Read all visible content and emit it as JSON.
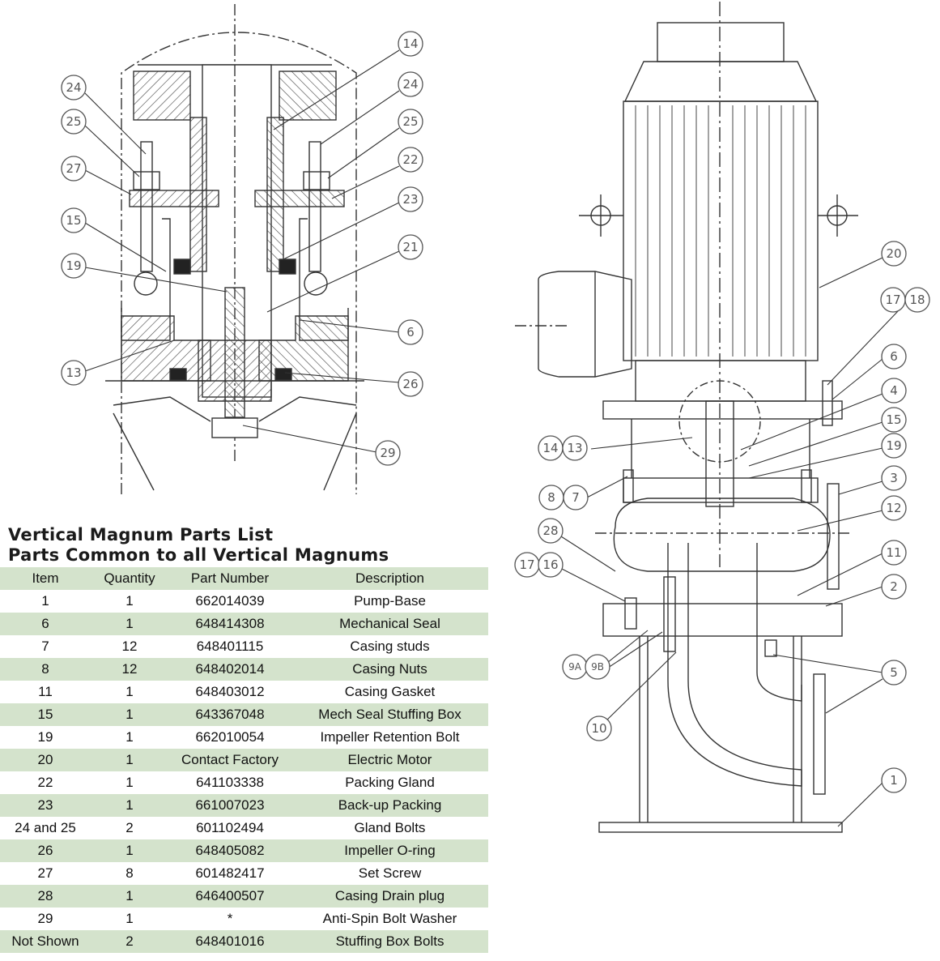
{
  "title": "Vertical Magnum Parts List",
  "subtitle": "Parts Common to all Vertical Magnums",
  "table": {
    "headers": [
      "Item",
      "Quantity",
      "Part Number",
      "Description"
    ],
    "rows": [
      [
        "1",
        "1",
        "662014039",
        "Pump-Base"
      ],
      [
        "6",
        "1",
        "648414308",
        "Mechanical Seal"
      ],
      [
        "7",
        "12",
        "648401115",
        "Casing studs"
      ],
      [
        "8",
        "12",
        "648402014",
        "Casing Nuts"
      ],
      [
        "11",
        "1",
        "648403012",
        "Casing Gasket"
      ],
      [
        "15",
        "1",
        "643367048",
        "Mech Seal Stuffing Box"
      ],
      [
        "19",
        "1",
        "662010054",
        "Impeller Retention Bolt"
      ],
      [
        "20",
        "1",
        "Contact Factory",
        "Electric Motor"
      ],
      [
        "22",
        "1",
        "641103338",
        "Packing Gland"
      ],
      [
        "23",
        "1",
        "661007023",
        "Back-up Packing"
      ],
      [
        "24 and 25",
        "2",
        "601102494",
        "Gland Bolts"
      ],
      [
        "26",
        "1",
        "648405082",
        "Impeller O-ring"
      ],
      [
        "27",
        "8",
        "601482417",
        "Set Screw"
      ],
      [
        "28",
        "1",
        "646400507",
        "Casing Drain plug"
      ],
      [
        "29",
        "1",
        "*",
        "Anti-Spin Bolt Washer"
      ],
      [
        "Not Shown",
        "2",
        "648401016",
        "Stuffing Box Bolts"
      ]
    ]
  },
  "left_callouts": [
    "24",
    "25",
    "27",
    "15",
    "19",
    "13",
    "14",
    "24",
    "25",
    "22",
    "23",
    "21",
    "6",
    "26",
    "29"
  ],
  "right_callouts": [
    "20",
    "17",
    "18",
    "6",
    "4",
    "15",
    "19",
    "14",
    "13",
    "8",
    "7",
    "3",
    "12",
    "28",
    "17",
    "16",
    "11",
    "2",
    "9A",
    "9B",
    "5",
    "10",
    "1"
  ],
  "colors": {
    "row_stripe": "#d4e3cc",
    "line": "#333333"
  }
}
